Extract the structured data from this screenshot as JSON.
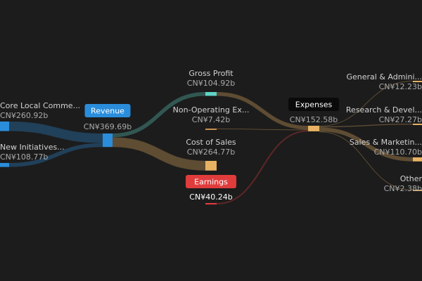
{
  "chart_data": {
    "type": "sankey",
    "currency": "CN¥",
    "unit": "b",
    "nodes": {
      "core": {
        "name": "Core Local Comme...",
        "value": "CN¥260.92b",
        "amount": 260.92,
        "color": "#2a8ddb"
      },
      "newinit": {
        "name": "New Initiatives...",
        "value": "CN¥108.77b",
        "amount": 108.77,
        "color": "#2a8ddb"
      },
      "revenue": {
        "name": "Revenue",
        "value": "CN¥369.69b",
        "amount": 369.69,
        "color": "#2a8ddb"
      },
      "gross": {
        "name": "Gross Profit",
        "value": "CN¥104.92b",
        "amount": 104.92,
        "color": "#5fd3c6"
      },
      "nonop": {
        "name": "Non-Operating Ex...",
        "value": "CN¥7.42b",
        "amount": 7.42,
        "color": "#c7924e"
      },
      "cos": {
        "name": "Cost of Sales",
        "value": "CN¥264.77b",
        "amount": 264.77,
        "color": "#e8b264"
      },
      "earnings": {
        "name": "Earnings",
        "value": "CN¥40.24b",
        "amount": 40.24,
        "color": "#e03c3c"
      },
      "expenses": {
        "name": "Expenses",
        "value": "CN¥152.58b",
        "amount": 152.58,
        "color": "#e8b264"
      },
      "ga": {
        "name": "General & Admini...",
        "value": "CN¥12.23b",
        "amount": 12.23,
        "color": "#e8b264"
      },
      "rd": {
        "name": "Research & Devel...",
        "value": "CN¥27.27b",
        "amount": 27.27,
        "color": "#e8b264"
      },
      "sm": {
        "name": "Sales & Marketin...",
        "value": "CN¥110.70b",
        "amount": 110.7,
        "color": "#e8b264"
      },
      "other": {
        "name": "Other",
        "value": "CN¥2.38b",
        "amount": 2.38,
        "color": "#e8b264"
      }
    },
    "links": [
      {
        "source": "core",
        "target": "revenue",
        "value": 260.92,
        "color": "#2a8ddb"
      },
      {
        "source": "newinit",
        "target": "revenue",
        "value": 108.77,
        "color": "#2a8ddb"
      },
      {
        "source": "revenue",
        "target": "gross",
        "value": 104.92,
        "color": "#5fd3c6"
      },
      {
        "source": "revenue",
        "target": "cos",
        "value": 264.77,
        "color": "#e8b264"
      },
      {
        "source": "gross",
        "target": "expenses",
        "value": 104.92,
        "color": "#e8b264"
      },
      {
        "source": "nonop",
        "target": "expenses",
        "value": 7.42,
        "color": "#e8b264"
      },
      {
        "source": "earnings",
        "target": "expenses",
        "value": 40.24,
        "color": "#e03c3c"
      },
      {
        "source": "expenses",
        "target": "ga",
        "value": 12.23,
        "color": "#e8b264"
      },
      {
        "source": "expenses",
        "target": "rd",
        "value": 27.27,
        "color": "#e8b264"
      },
      {
        "source": "expenses",
        "target": "sm",
        "value": 110.7,
        "color": "#e8b264"
      },
      {
        "source": "expenses",
        "target": "other",
        "value": 2.38,
        "color": "#e8b264"
      }
    ],
    "badges": [
      "revenue",
      "earnings",
      "expenses"
    ],
    "badge_colors": {
      "revenue": "#2a8ddb",
      "earnings": "#e03c3c",
      "expenses": "#0a0a0a"
    }
  }
}
